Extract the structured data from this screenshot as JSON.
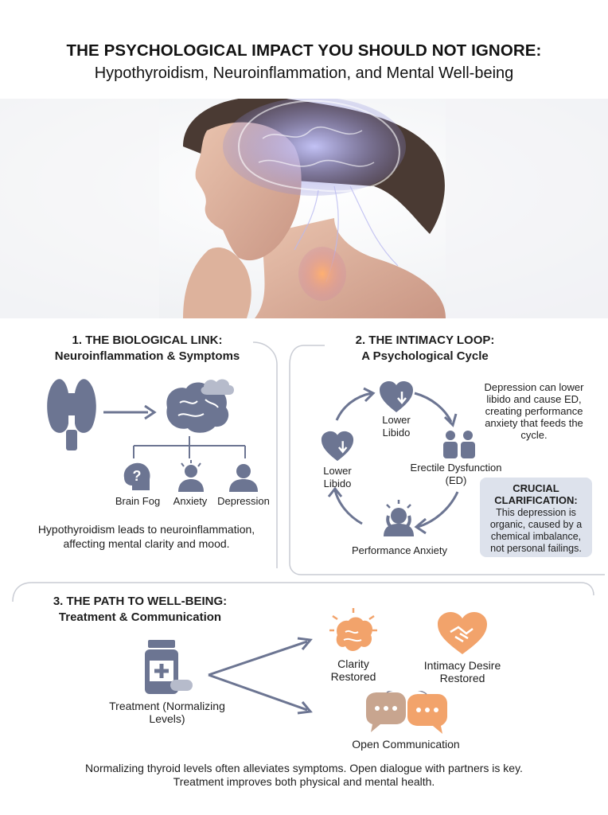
{
  "header": {
    "title": "THE PSYCHOLOGICAL IMPACT YOU SHOULD NOT IGNORE:",
    "subtitle": "Hypothyroidism, Neuroinflammation, and Mental Well-being"
  },
  "section1": {
    "title": "1. THE BIOLOGICAL LINK:",
    "subtitle": "Neuroinflammation & Symptoms",
    "symptoms": [
      "Brain Fog",
      "Anxiety",
      "Depression"
    ],
    "description": "Hypothyroidism leads to neuroinflammation, affecting mental clarity and mood."
  },
  "section2": {
    "title": "2. THE INTIMACY LOOP:",
    "subtitle": "A Psychological Cycle",
    "cycle": {
      "top": "Lower Libido",
      "left": "Lower Libido",
      "right": "Erectile Dysfunction (ED)",
      "bottom": "Performance Anxiety"
    },
    "note": "Depression can lower libido and cause ED, creating performance anxiety that feeds the cycle.",
    "clarification_title": "CRUCIAL CLARIFICATION:",
    "clarification_text": "This depression is organic, caused by a chemical imbalance, not personal failings."
  },
  "section3": {
    "title": "3. THE PATH TO WELL-BEING:",
    "subtitle": "Treatment & Communication",
    "treatment": "Treatment (Normalizing Levels)",
    "outcomes": {
      "clarity": "Clarity Restored",
      "intimacy": "Intimacy Desire Restored",
      "communication": "Open Communication"
    }
  },
  "footer": {
    "line1": "Normalizing thyroid levels often alleviates symptoms. Open dialogue with partners is key.",
    "line2": "Treatment improves both physical and mental health."
  },
  "colors": {
    "icon_slate": "#6c7592",
    "accent_orange": "#f2a36b",
    "panel_line": "#c9ccd4",
    "clarification_bg": "#dde2ec"
  }
}
